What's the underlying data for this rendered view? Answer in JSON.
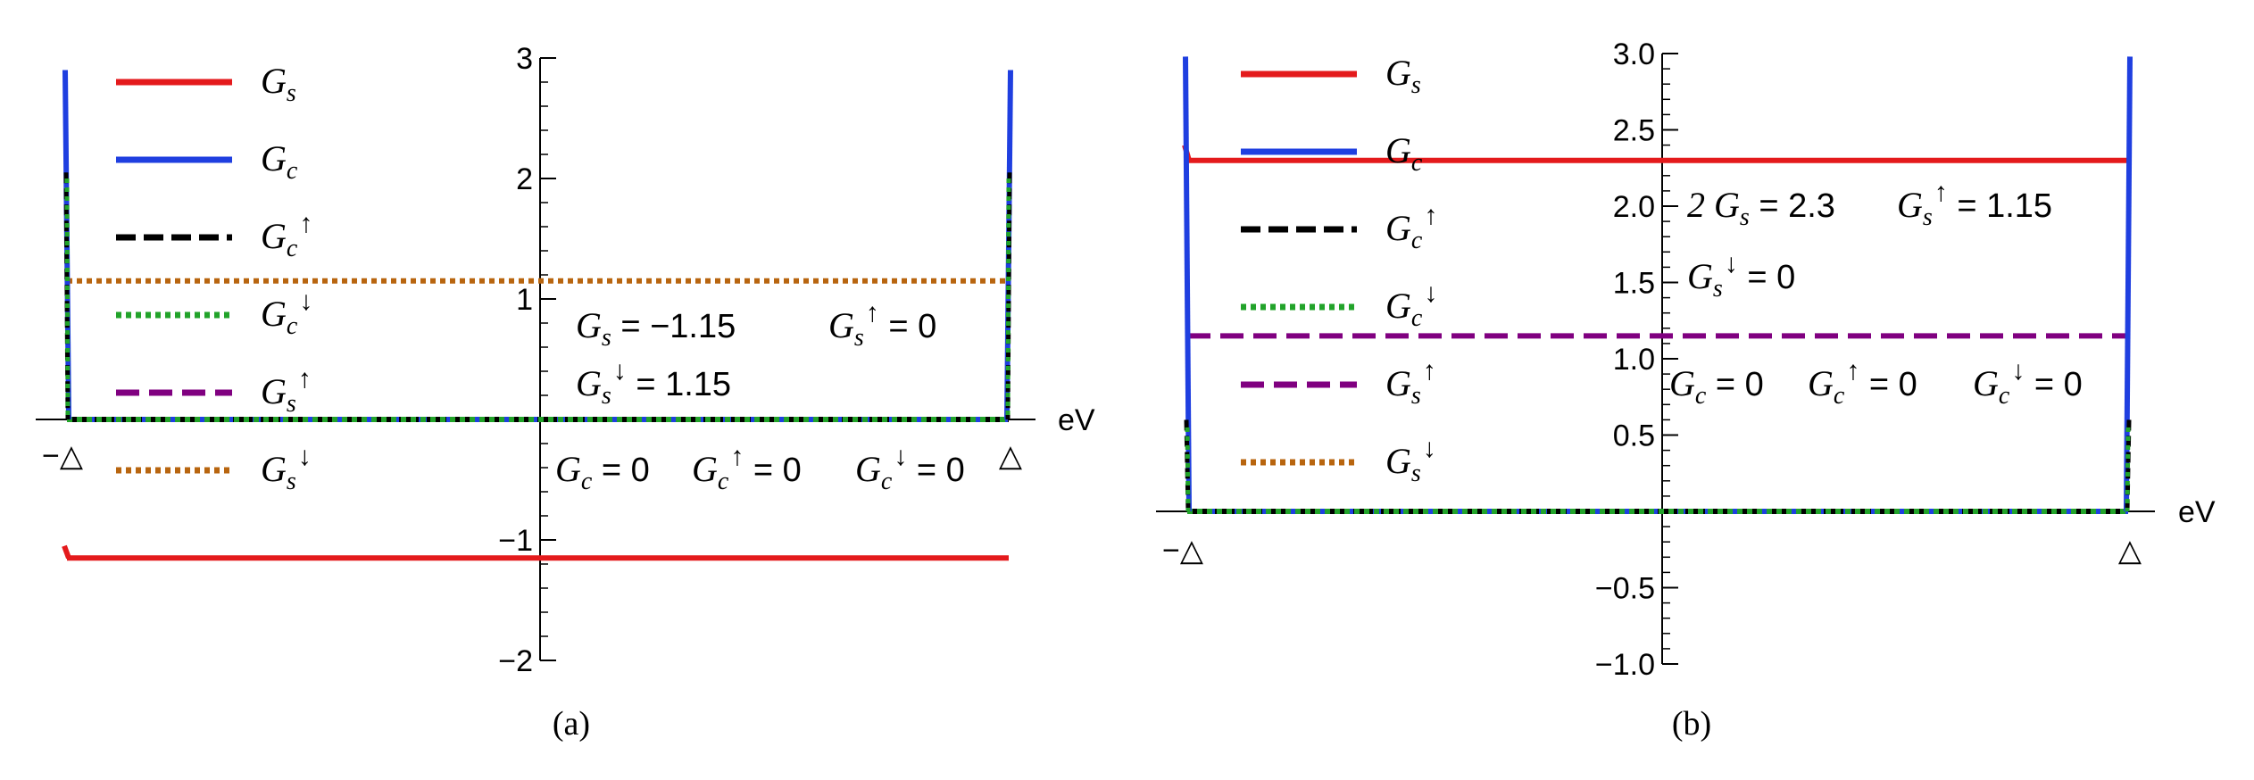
{
  "chart_data": [
    {
      "type": "line",
      "caption": "(a)",
      "xlabel": "eV",
      "ylim": [
        -2,
        3
      ],
      "yticks": [
        -2,
        -1,
        1,
        2,
        3
      ],
      "yticklabels": [
        "−2",
        "−1",
        "1",
        "2",
        "3"
      ],
      "xticklabels": {
        "left": "−△",
        "right": "△"
      },
      "legend_position": "top-left",
      "legend": [
        {
          "key": "Gs",
          "sym": "G",
          "sub": "s",
          "sup": "",
          "color": "#e41a1c",
          "style": "solid"
        },
        {
          "key": "Gc",
          "sym": "G",
          "sub": "c",
          "sup": "",
          "color": "#1f3fe0",
          "style": "solid"
        },
        {
          "key": "Gc_up",
          "sym": "G",
          "sub": "c",
          "sup": "↑",
          "color": "#000000",
          "style": "dashed"
        },
        {
          "key": "Gc_down",
          "sym": "G",
          "sub": "c",
          "sup": "↓",
          "color": "#22a32a",
          "style": "dotted"
        },
        {
          "key": "Gs_up",
          "sym": "G",
          "sub": "s",
          "sup": "↑",
          "color": "#800080",
          "style": "longdash"
        },
        {
          "key": "Gs_down",
          "sym": "G",
          "sub": "s",
          "sup": "↓",
          "color": "#b8650f",
          "style": "dotted"
        }
      ],
      "series": [
        {
          "name": "Gs",
          "x": [
            -1,
            1
          ],
          "y": [
            -1.15,
            -1.15
          ]
        },
        {
          "name": "Gc",
          "x": [
            -1,
            1
          ],
          "y": [
            0,
            0
          ]
        },
        {
          "name": "Gc_up",
          "x": [
            -1,
            1
          ],
          "y": [
            0,
            0
          ]
        },
        {
          "name": "Gc_down",
          "x": [
            -1,
            1
          ],
          "y": [
            0,
            0
          ]
        },
        {
          "name": "Gs_up",
          "x": [
            -1,
            1
          ],
          "y": [
            0,
            0
          ]
        },
        {
          "name": "Gs_down",
          "x": [
            -1,
            1
          ],
          "y": [
            1.15,
            1.15
          ]
        }
      ],
      "annotations": [
        {
          "sym": "G",
          "sub": "s",
          "sup": "",
          "text": " = −1.15"
        },
        {
          "sym": "G",
          "sub": "s",
          "sup": "↑",
          "text": " = 0"
        },
        {
          "sym": "G",
          "sub": "s",
          "sup": "↓",
          "text": " = 1.15"
        },
        {
          "sym": "G",
          "sub": "c",
          "sup": "",
          "text": " = 0"
        },
        {
          "sym": "G",
          "sub": "c",
          "sup": "↑",
          "text": " = 0"
        },
        {
          "sym": "G",
          "sub": "c",
          "sup": "↓",
          "text": " = 0"
        }
      ]
    },
    {
      "type": "line",
      "caption": "(b)",
      "xlabel": "eV",
      "ylim": [
        -1.0,
        3.0
      ],
      "yticks": [
        -1.0,
        -0.5,
        0.5,
        1.0,
        1.5,
        2.0,
        2.5,
        3.0
      ],
      "yticklabels": [
        "−1.0",
        "−0.5",
        "0.5",
        "1.0",
        "1.5",
        "2.0",
        "2.5",
        "3.0"
      ],
      "xticklabels": {
        "left": "−△",
        "right": "△"
      },
      "legend_position": "top-left",
      "legend": [
        {
          "key": "Gs",
          "sym": "G",
          "sub": "s",
          "sup": "",
          "color": "#e41a1c",
          "style": "solid"
        },
        {
          "key": "Gc",
          "sym": "G",
          "sub": "c",
          "sup": "",
          "color": "#1f3fe0",
          "style": "solid"
        },
        {
          "key": "Gc_up",
          "sym": "G",
          "sub": "c",
          "sup": "↑",
          "color": "#000000",
          "style": "dashed"
        },
        {
          "key": "Gc_down",
          "sym": "G",
          "sub": "c",
          "sup": "↓",
          "color": "#22a32a",
          "style": "dotted"
        },
        {
          "key": "Gs_up",
          "sym": "G",
          "sub": "s",
          "sup": "↑",
          "color": "#800080",
          "style": "longdash"
        },
        {
          "key": "Gs_down",
          "sym": "G",
          "sub": "s",
          "sup": "↓",
          "color": "#b8650f",
          "style": "dotted"
        }
      ],
      "series": [
        {
          "name": "Gs",
          "x": [
            -1,
            1
          ],
          "y": [
            2.3,
            2.3
          ]
        },
        {
          "name": "Gc",
          "x": [
            -1,
            1
          ],
          "y": [
            0,
            0
          ]
        },
        {
          "name": "Gc_up",
          "x": [
            -1,
            1
          ],
          "y": [
            0,
            0
          ]
        },
        {
          "name": "Gc_down",
          "x": [
            -1,
            1
          ],
          "y": [
            0,
            0
          ]
        },
        {
          "name": "Gs_up",
          "x": [
            -1,
            1
          ],
          "y": [
            1.15,
            1.15
          ]
        },
        {
          "name": "Gs_down",
          "x": [
            -1,
            1
          ],
          "y": [
            0,
            0
          ]
        }
      ],
      "annotations": [
        {
          "sym": "2 G",
          "sub": "s",
          "sup": "",
          "text": " = 2.3"
        },
        {
          "sym": "G",
          "sub": "s",
          "sup": "↑",
          "text": " = 1.15"
        },
        {
          "sym": "G",
          "sub": "s",
          "sup": "↓",
          "text": " = 0"
        },
        {
          "sym": "G",
          "sub": "c",
          "sup": "",
          "text": " = 0"
        },
        {
          "sym": "G",
          "sub": "c",
          "sup": "↑",
          "text": " = 0"
        },
        {
          "sym": "G",
          "sub": "c",
          "sup": "↓",
          "text": " = 0"
        }
      ]
    }
  ]
}
